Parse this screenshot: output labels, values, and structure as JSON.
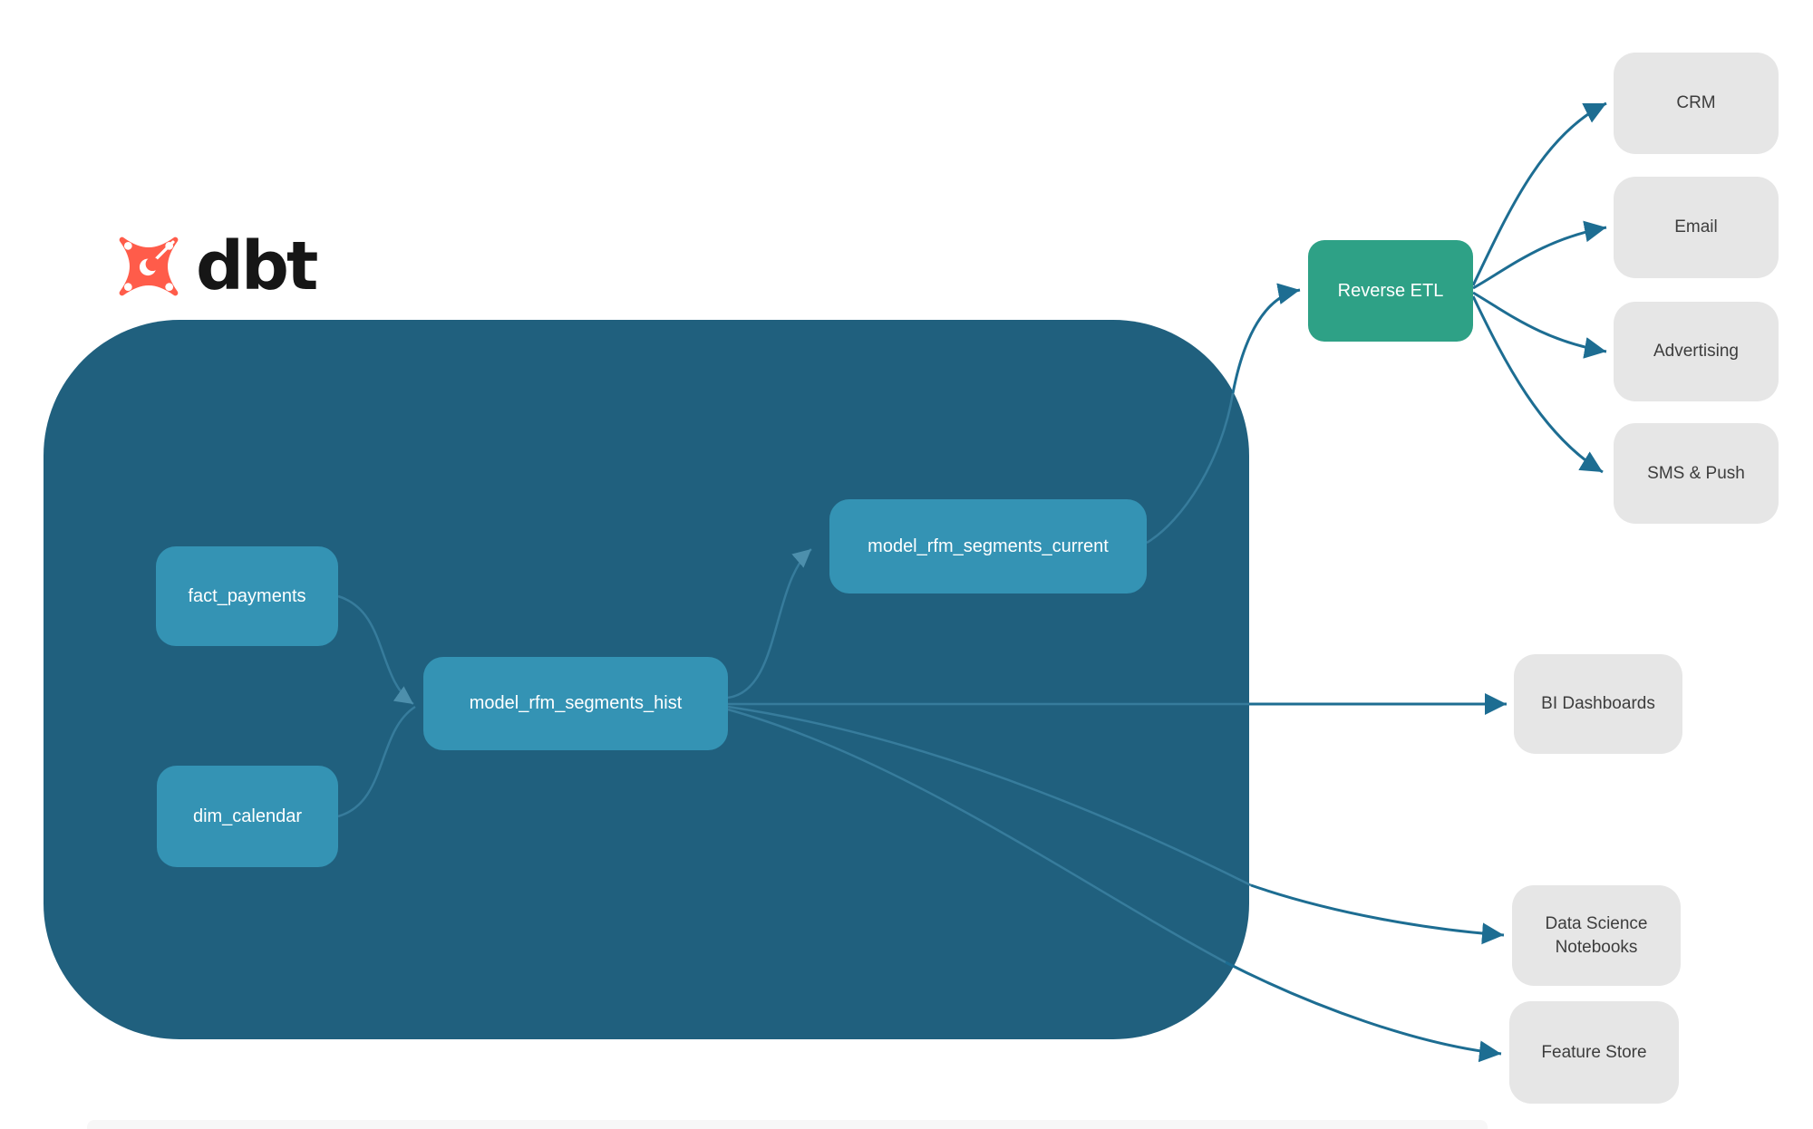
{
  "logo": {
    "wordmark": "dbt",
    "icon": "dbt-star-icon"
  },
  "labels": {
    "fact_payments": "fact_payments",
    "dim_calendar": "dim_calendar",
    "model_hist": "model_rfm_segments_hist",
    "model_current": "model_rfm_segments_current",
    "reverse_etl": "Reverse ETL",
    "crm": "CRM",
    "email": "Email",
    "advertising": "Advertising",
    "sms_push": "SMS & Push",
    "bi_dashboards": "BI Dashboards",
    "ds_notebooks": "Data Science Notebooks",
    "feature_store": "Feature Store"
  },
  "edges": [
    {
      "from": "fact_payments",
      "to": "model_rfm_segments_hist"
    },
    {
      "from": "dim_calendar",
      "to": "model_rfm_segments_hist"
    },
    {
      "from": "model_rfm_segments_hist",
      "to": "model_rfm_segments_current"
    },
    {
      "from": "model_rfm_segments_hist",
      "to": "BI Dashboards"
    },
    {
      "from": "model_rfm_segments_hist",
      "to": "Data Science Notebooks"
    },
    {
      "from": "model_rfm_segments_hist",
      "to": "Feature Store"
    },
    {
      "from": "model_rfm_segments_current",
      "to": "Reverse ETL"
    },
    {
      "from": "Reverse ETL",
      "to": "CRM"
    },
    {
      "from": "Reverse ETL",
      "to": "Email"
    },
    {
      "from": "Reverse ETL",
      "to": "Advertising"
    },
    {
      "from": "Reverse ETL",
      "to": "SMS & Push"
    }
  ],
  "colors": {
    "warehouse_container": "#20607E",
    "model_node": "#3493B4",
    "reverse_etl_node": "#2EA186",
    "destination_node": "#E6E6E6",
    "edge_outside": "#1D6D92",
    "edge_inside": "#377C9C",
    "logo_orange": "#FF5C4A",
    "logo_text": "#161616",
    "text_on_teal": "#FFFFFF",
    "text_on_gray": "#3D3D3D"
  }
}
